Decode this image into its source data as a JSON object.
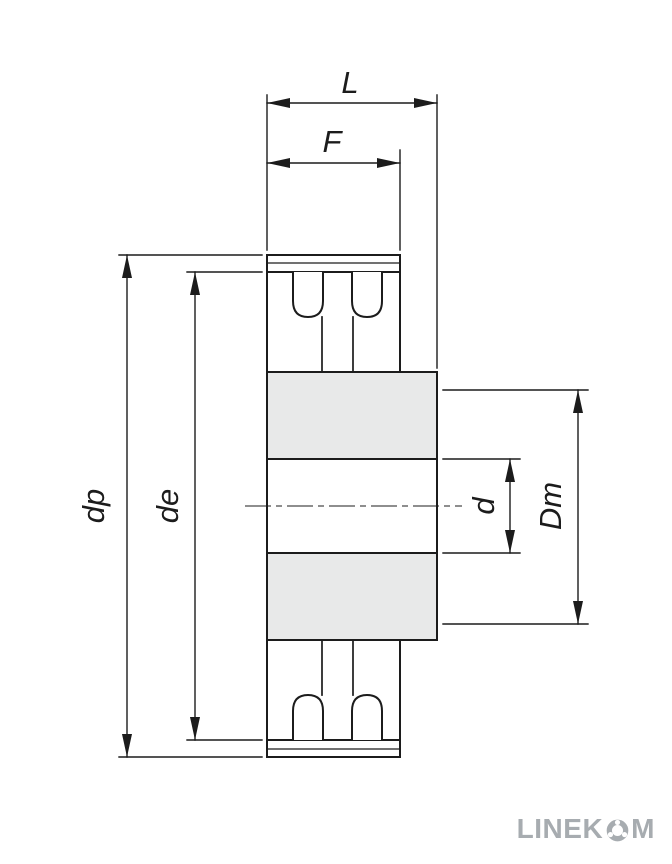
{
  "dimension_labels": {
    "L": "L",
    "F": "F",
    "dp": "dp",
    "de": "de",
    "d": "d",
    "Dm": "Dm"
  },
  "logo": {
    "prefix": "LINEK",
    "suffix": "M",
    "icon": "gear-icon"
  },
  "colors": {
    "line": "#1c1c1c",
    "section_fill": "#e8e9e9",
    "logo_gray": "#a7acb0",
    "background": "#ffffff"
  }
}
